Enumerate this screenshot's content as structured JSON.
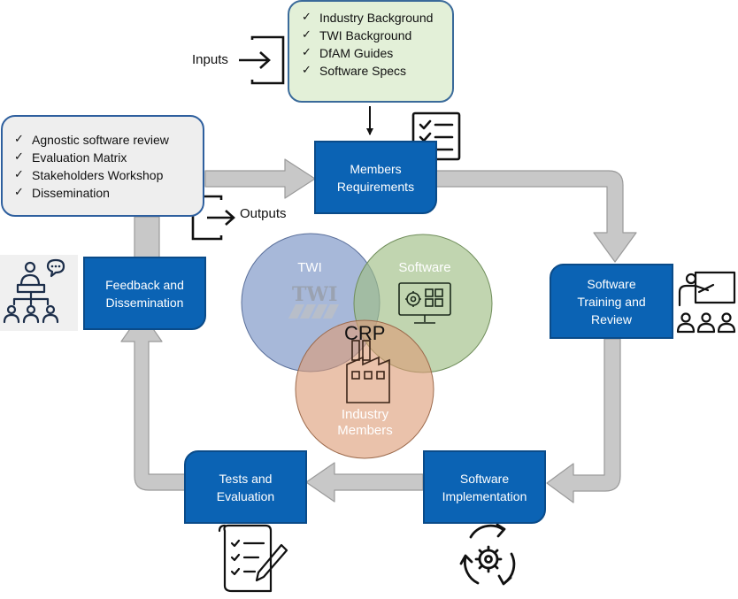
{
  "inputs": {
    "label": "Inputs",
    "items": [
      "Industry Background",
      "TWI Background",
      "DfAM Guides",
      "Software Specs"
    ]
  },
  "outputs": {
    "label": "Outputs",
    "items": [
      "Agnostic software review",
      "Evaluation Matrix",
      "Stakeholders Workshop",
      "Dissemination"
    ]
  },
  "stages": {
    "members_requirements": [
      "Members",
      "Requirements"
    ],
    "software_training": [
      "Software",
      "Training and",
      "Review"
    ],
    "software_implementation": [
      "Software",
      "Implementation"
    ],
    "tests_evaluation": [
      "Tests and",
      "Evaluation"
    ],
    "feedback_dissemination": [
      "Feedback and",
      "Dissemination"
    ]
  },
  "venn": {
    "twi": "TWI",
    "twi_logo": "TWI",
    "software": "Software",
    "industry": [
      "Industry",
      "Members"
    ],
    "center": "CRP"
  },
  "colors": {
    "stage_blue": "#0b63b4",
    "arrow_grey": "#c8c8c8",
    "twi_circle": "#7e97c7",
    "software_circle": "#9fbf85",
    "industry_circle": "#dd9d77"
  },
  "icons": [
    "checklist-icon",
    "input-arrow-icon",
    "output-arrow-icon",
    "presenter-icon",
    "team-discussion-icon",
    "gear-cycle-icon",
    "report-pen-icon",
    "factory-icon",
    "monitor-gear-icon"
  ]
}
